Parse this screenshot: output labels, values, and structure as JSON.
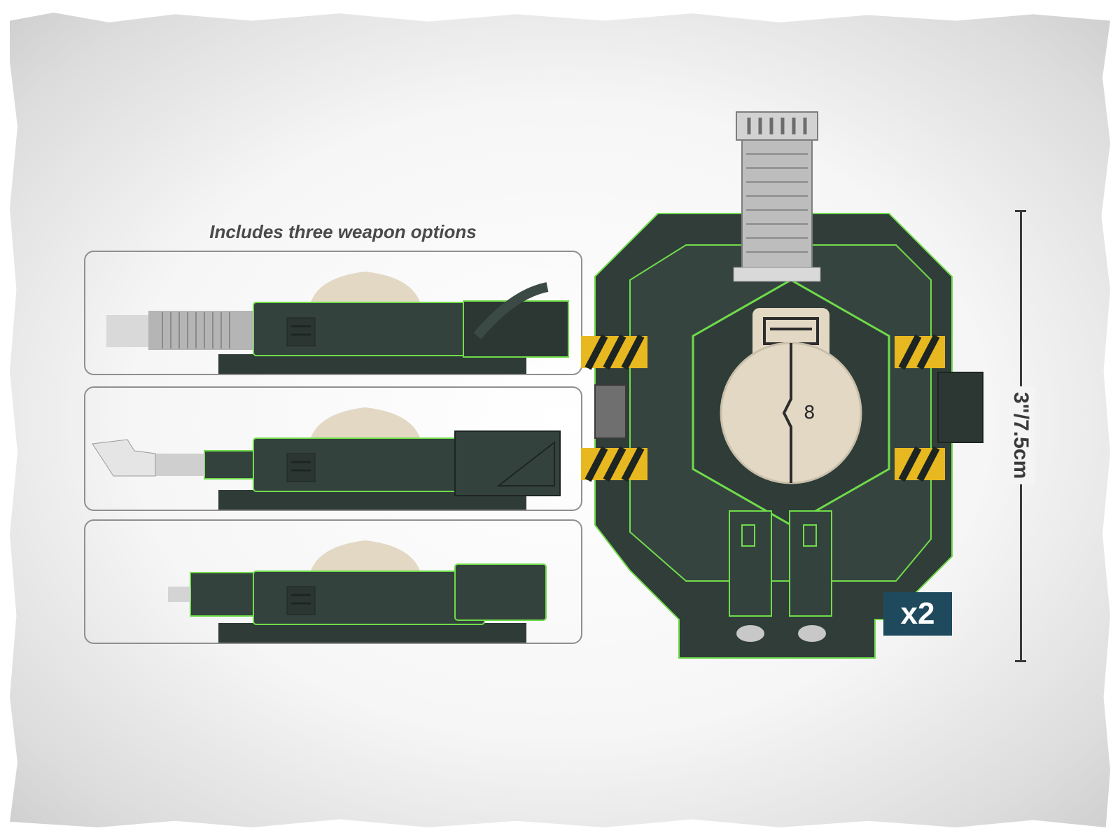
{
  "heading": "Includes three weapon options",
  "dimension_label": "3\"/7.5cm",
  "quantity_badge": "x2",
  "colors": {
    "hull": "#34423d",
    "edge_highlight": "#6fdc4a",
    "bone": "#e2d8c4",
    "metal": "#c8c8c8",
    "hazard_yellow": "#e8b820",
    "badge": "#1f4a5e"
  }
}
